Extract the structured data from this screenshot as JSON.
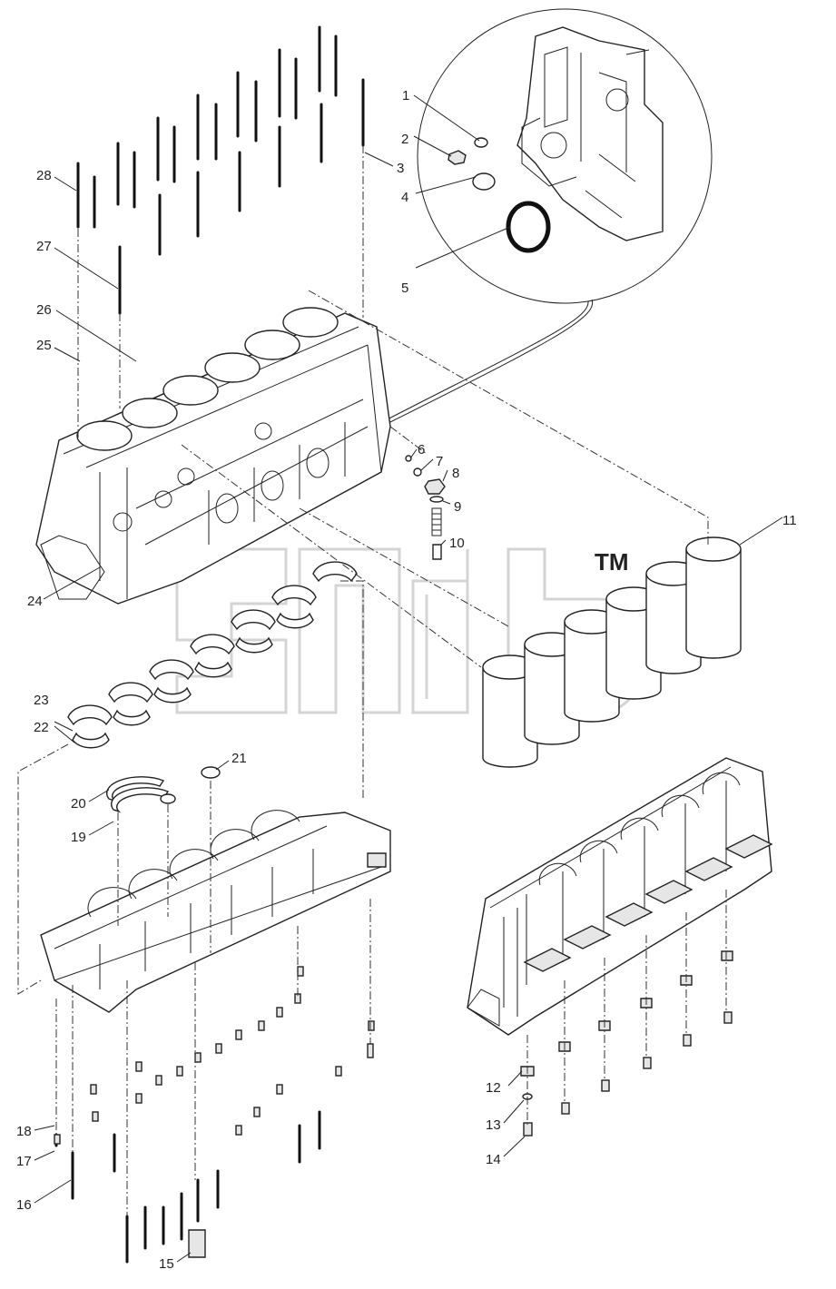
{
  "watermark": {
    "tm": "TM"
  },
  "callouts": [
    {
      "id": "c1",
      "text": "1"
    },
    {
      "id": "c2",
      "text": "2"
    },
    {
      "id": "c3",
      "text": "3"
    },
    {
      "id": "c4",
      "text": "4"
    },
    {
      "id": "c5",
      "text": "5"
    },
    {
      "id": "c6",
      "text": "6"
    },
    {
      "id": "c7",
      "text": "7"
    },
    {
      "id": "c8",
      "text": "8"
    },
    {
      "id": "c9",
      "text": "9"
    },
    {
      "id": "c10",
      "text": "10"
    },
    {
      "id": "c11",
      "text": "11"
    },
    {
      "id": "c12",
      "text": "12"
    },
    {
      "id": "c13",
      "text": "13"
    },
    {
      "id": "c14",
      "text": "14"
    },
    {
      "id": "c15",
      "text": "15"
    },
    {
      "id": "c16",
      "text": "16"
    },
    {
      "id": "c17",
      "text": "17"
    },
    {
      "id": "c18",
      "text": "18"
    },
    {
      "id": "c19",
      "text": "19"
    },
    {
      "id": "c20",
      "text": "20"
    },
    {
      "id": "c21",
      "text": "21"
    },
    {
      "id": "c22",
      "text": "22"
    },
    {
      "id": "c23",
      "text": "23"
    },
    {
      "id": "c24",
      "text": "24"
    },
    {
      "id": "c25",
      "text": "25"
    },
    {
      "id": "c26",
      "text": "26"
    },
    {
      "id": "c27",
      "text": "27"
    },
    {
      "id": "c28",
      "text": "28"
    }
  ]
}
